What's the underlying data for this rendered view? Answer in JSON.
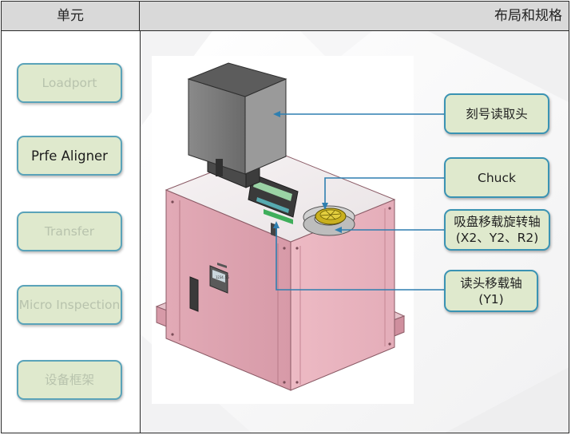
{
  "header": {
    "unit_label": "单元",
    "spec_label": "布局和规格"
  },
  "units": [
    {
      "label": "Loadport",
      "state": "inactive"
    },
    {
      "label": "Prfe Aligner",
      "state": "active"
    },
    {
      "label": "Transfer",
      "state": "inactive"
    },
    {
      "label": "Micro Inspection",
      "state": "inactive"
    },
    {
      "label": "设备框架",
      "state": "inactive"
    }
  ],
  "callouts": {
    "reader": {
      "label": "刻号读取头"
    },
    "chuck": {
      "label": "Chuck"
    },
    "suction_axis": {
      "line1": "吸盘移载旋转轴",
      "line2": "(X2、Y2、R2)"
    },
    "reader_axis": {
      "line1": "读头移载轴",
      "line2": "(Y1)"
    }
  },
  "colors": {
    "header_bg": "#d9d9d9",
    "button_fill": "#dfe9cd",
    "button_border": "#5aa3b9",
    "leader_line": "#2f7fb0",
    "frame_pink": "#e8b3bf",
    "reader_head_gray": "#6e6e6e"
  },
  "device_panel": {
    "display_label": "1234.56"
  }
}
